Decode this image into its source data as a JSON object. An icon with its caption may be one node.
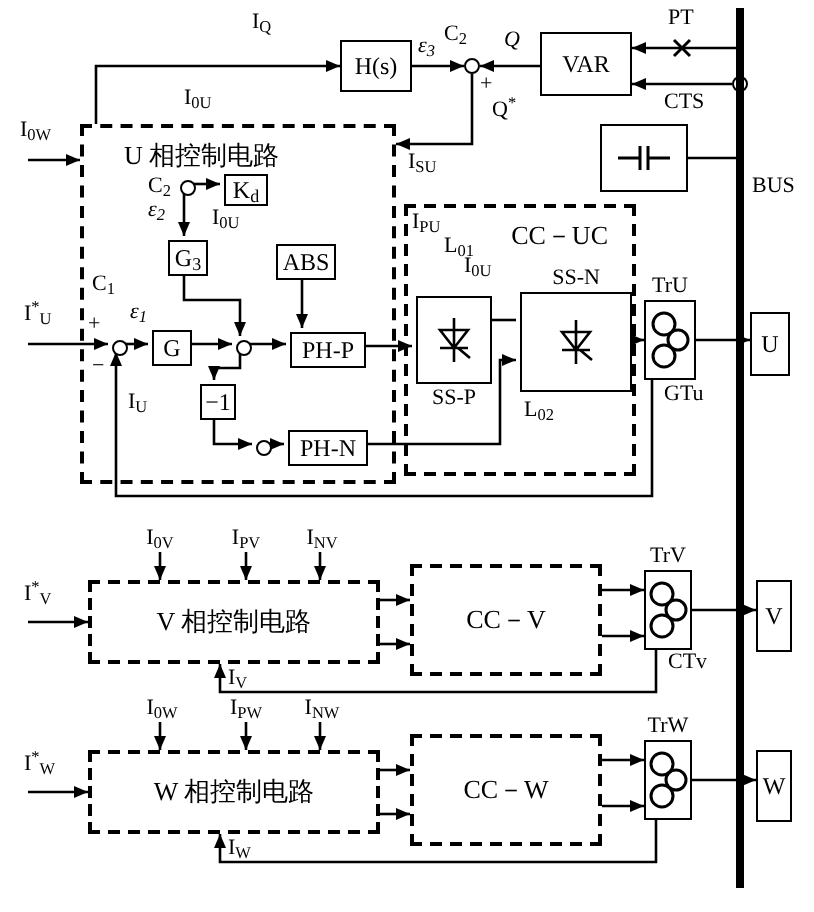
{
  "diagram": {
    "nodes": [
      {
        "text": [
          "U 相控制电路"
        ]
      },
      {
        "text": [
          "H(s)"
        ]
      },
      {
        "text": [
          "VAR"
        ]
      },
      {
        "text": [],
        "shape": "box"
      },
      {
        "text": [
          "U"
        ]
      },
      {
        "text": [
          "K$_{d}$"
        ],
        "in": 0
      },
      {
        "text": [
          "G$_{3}$"
        ],
        "in": 0
      },
      {
        "text": [
          "ABS"
        ],
        "in": 0
      },
      {
        "text": [
          "G"
        ],
        "in": 0
      },
      {
        "text": [
          "−1"
        ],
        "in": 0
      },
      {
        "text": [
          "PH-P"
        ],
        "in": 0
      },
      {
        "text": [
          "PH-N"
        ],
        "in": 0
      },
      {
        "text": [
          "CC－UC"
        ]
      },
      {
        "text": [
          "SS-P"
        ],
        "in": 12
      },
      {
        "text": [
          "SS-N"
        ],
        "in": 12
      },
      {
        "text": [
          "TrU"
        ],
        "beside": [
          "GTu"
        ]
      },
      {
        "text": [
          "V 相控制电路"
        ]
      },
      {
        "text": [
          "CC－V"
        ]
      },
      {
        "text": [
          "TrV"
        ],
        "beside": [
          "CTv"
        ]
      },
      {
        "text": [
          "V"
        ]
      },
      {
        "text": [
          "W 相控制电路"
        ]
      },
      {
        "text": [
          "CC－W"
        ]
      },
      {
        "text": [
          "TrW"
        ]
      },
      {
        "text": [
          "W"
        ]
      },
      {
        "text": [],
        "shape": "circle"
      },
      {
        "text": [],
        "shape": "circle",
        "in": 0
      },
      {
        "text": [],
        "shape": "circle",
        "in": 0
      },
      {
        "text": [],
        "shape": "circle",
        "in": 0
      },
      {
        "text": [],
        "shape": "circle",
        "in": 0
      },
      {
        "text": [],
        "shape": "circle"
      },
      {
        "text": [],
        "shape": "bar",
        "beside": [
          "BUS"
        ]
      },
      {
        "text": [
          "I$_{0V}$"
        ]
      },
      {
        "text": [
          "I$_{PV}$"
        ]
      },
      {
        "text": [
          "I$_{NV}$"
        ]
      },
      {
        "text": [
          "I$_{0W}$"
        ]
      },
      {
        "text": [
          "I$_{PW}$"
        ]
      },
      {
        "text": [
          "I$_{NW}$"
        ]
      }
    ],
    "edges": [
      {
        "from": 1,
        "to": 24,
        "arrow": "to",
        "label": "ε$_{3}$"
      },
      {
        "from": 2,
        "to": 24,
        "arrow": "to",
        "label": "Q"
      },
      {
        "from": 24,
        "to": 0,
        "arrow": "to"
      },
      {
        "from": 30,
        "to": 2,
        "arrow": "to"
      },
      {
        "from": 29,
        "to": 2,
        "arrow": "to"
      },
      {
        "from": 3,
        "to": 30,
        "arrow": "none"
      },
      {
        "from": 0,
        "to": 1,
        "arrow": "to"
      },
      {
        "from": null,
        "to": 0,
        "arrow": "to"
      },
      {
        "from": null,
        "to": 26,
        "arrow": "to"
      },
      {
        "from": 26,
        "to": 8,
        "arrow": "to",
        "label": "ε$_{1}$"
      },
      {
        "from": 8,
        "to": 27,
        "arrow": "to"
      },
      {
        "from": 27,
        "to": 10,
        "arrow": "to"
      },
      {
        "from": 27,
        "to": 9,
        "arrow": "to"
      },
      {
        "from": 9,
        "to": 28,
        "arrow": "to"
      },
      {
        "from": 28,
        "to": 11,
        "arrow": "to"
      },
      {
        "from": 6,
        "to": 27,
        "arrow": "to"
      },
      {
        "from": 7,
        "to": 10,
        "arrow": "to"
      },
      {
        "from": 25,
        "to": 5,
        "arrow": "to"
      },
      {
        "from": 25,
        "to": 6,
        "arrow": "to",
        "label": "ε$_{2}$"
      },
      {
        "from": 10,
        "to": 13,
        "arrow": "to"
      },
      {
        "from": 11,
        "to": 14,
        "arrow": "to"
      },
      {
        "from": 13,
        "to": 14,
        "arrow": "none"
      },
      {
        "from": 14,
        "to": 15,
        "arrow": "to"
      },
      {
        "from": 15,
        "to": 4,
        "arrow": "to"
      },
      {
        "from": 15,
        "to": 26,
        "arrow": "to"
      },
      {
        "from": null,
        "to": 16,
        "arrow": "to"
      },
      {
        "from": 31,
        "to": 16,
        "arrow": "to"
      },
      {
        "from": 32,
        "to": 16,
        "arrow": "to"
      },
      {
        "from": 33,
        "to": 16,
        "arrow": "to"
      },
      {
        "from": 16,
        "to": 17,
        "arrow": "to"
      },
      {
        "from": 16,
        "to": 17,
        "arrow": "to"
      },
      {
        "from": 17,
        "to": 18,
        "arrow": "to"
      },
      {
        "from": 17,
        "to": 18,
        "arrow": "to"
      },
      {
        "from": 18,
        "to": 19,
        "arrow": "to"
      },
      {
        "from": 18,
        "to": 16,
        "arrow": "to"
      },
      {
        "from": null,
        "to": 20,
        "arrow": "to"
      },
      {
        "from": 34,
        "to": 20,
        "arrow": "to"
      },
      {
        "from": 35,
        "to": 20,
        "arrow": "to"
      },
      {
        "from": 36,
        "to": 20,
        "arrow": "to"
      },
      {
        "from": 20,
        "to": 21,
        "arrow": "to"
      },
      {
        "from": 20,
        "to": 21,
        "arrow": "to"
      },
      {
        "from": 21,
        "to": 22,
        "arrow": "to"
      },
      {
        "from": 21,
        "to": 22,
        "arrow": "to"
      },
      {
        "from": 22,
        "to": 23,
        "arrow": "to"
      },
      {
        "from": 22,
        "to": 20,
        "arrow": "to"
      }
    ],
    "labels": [
      "I$_{Q}$",
      "C$_{2}$",
      "PT",
      "+",
      "Q$^{*}$",
      "CTS",
      "I$_{0W}$",
      "I$_{0U}$",
      "I$_{SU}$",
      "C$_{2}$",
      "I$_{0U}$",
      "I$_{PU}$",
      "L$_{01}$",
      "C$_{1}$",
      "I$^{*}$$_{U}$",
      "+",
      "−",
      "I$_{0U}$",
      "I$_{U}$",
      "L$_{02}$",
      "I$^{*}$$_{V}$",
      "I$_{V}$",
      "I$^{*}$$_{W}$",
      "I$_{W}$"
    ]
  }
}
